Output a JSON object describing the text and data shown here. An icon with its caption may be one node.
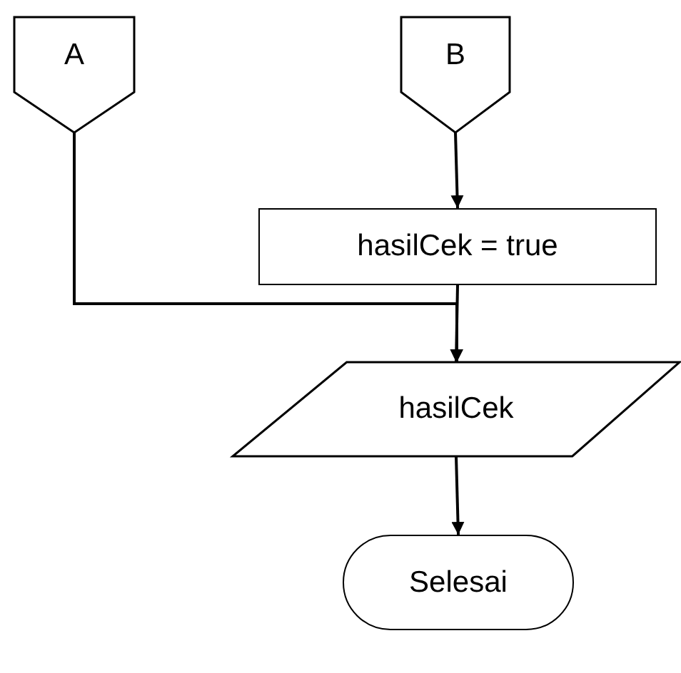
{
  "diagram": {
    "nodes": [
      {
        "text": [
          "A"
        ]
      },
      {
        "text": [
          "B"
        ]
      },
      {
        "text": [
          "hasilCek = true"
        ]
      },
      {
        "text": [
          "hasilCek"
        ]
      },
      {
        "text": [
          "Selesai"
        ]
      }
    ],
    "edges": [
      {
        "from": 0,
        "to": 3,
        "arrow": "to"
      },
      {
        "from": 1,
        "to": 2,
        "arrow": "to"
      },
      {
        "from": 2,
        "to": 3,
        "arrow": "to"
      },
      {
        "from": 3,
        "to": 4,
        "arrow": "to"
      }
    ]
  }
}
